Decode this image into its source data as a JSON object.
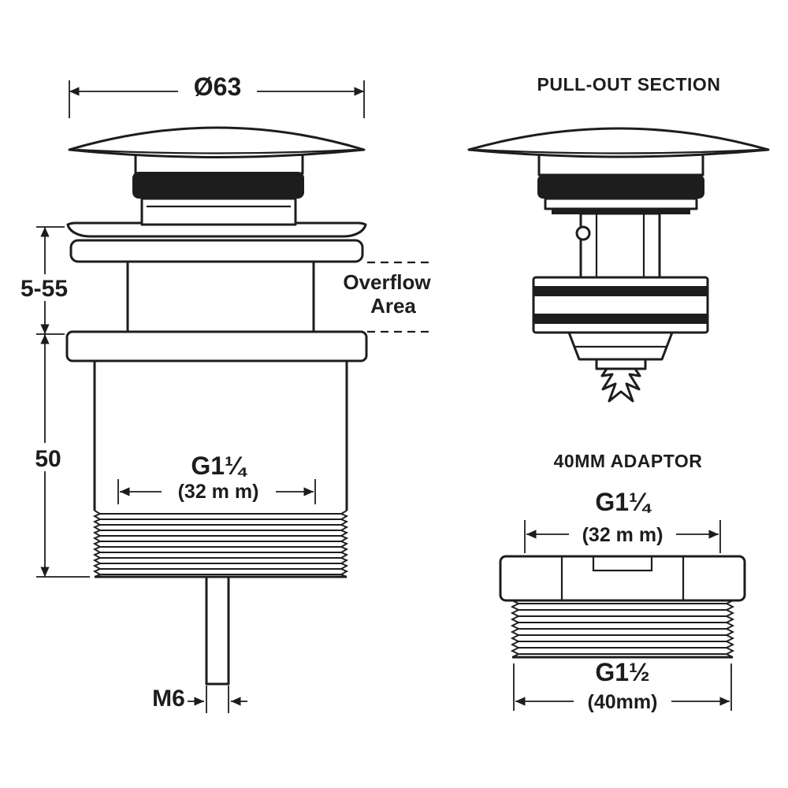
{
  "main_view": {
    "dia_label": "Ø63",
    "range_label": "5-55",
    "overflow_line1": "Overflow",
    "overflow_line2": "Area",
    "height_label": "50",
    "thread_label": "G1¼",
    "thread_sub_label": "(32 m m)",
    "rod_label": "M6"
  },
  "pullout": {
    "title": "PULL-OUT SECTION"
  },
  "adaptor": {
    "title": "40MM ADAPTOR",
    "thread_top_label": "G1¼",
    "thread_top_sub_label": "(32 m m)",
    "thread_bottom_label": "G1½",
    "thread_bottom_sub_label": "(40mm)"
  },
  "colors": {
    "line": "#1d1d1d",
    "background": "#ffffff"
  }
}
